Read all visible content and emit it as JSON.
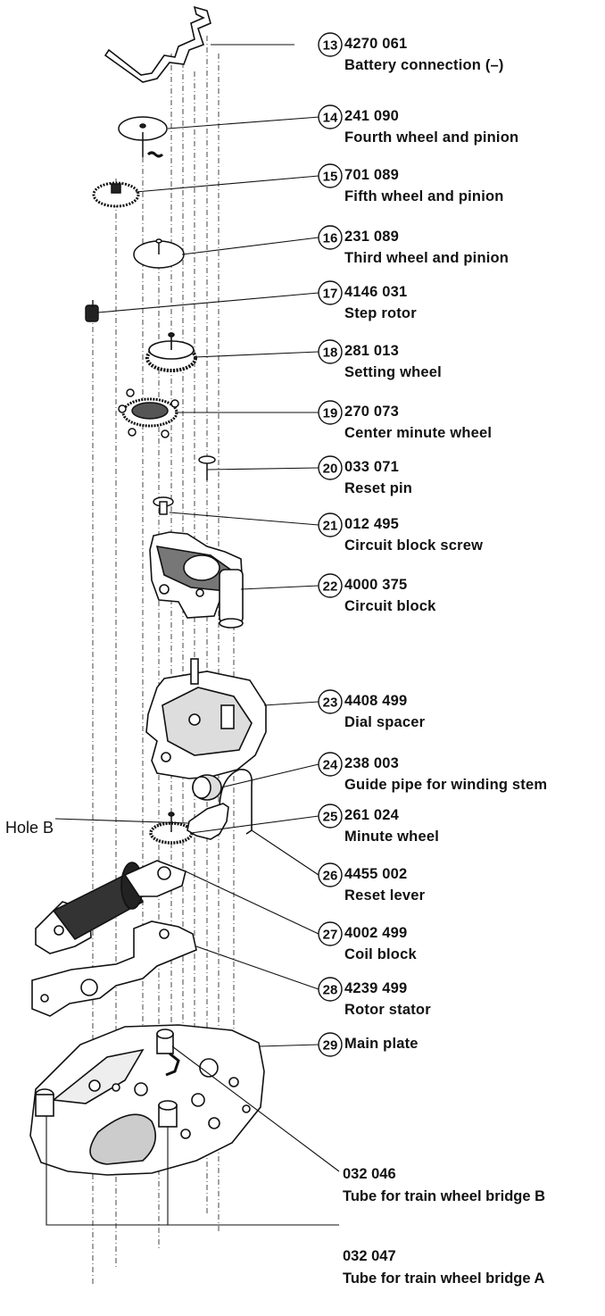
{
  "parts": [
    {
      "num": "13",
      "code": "4270 061",
      "name": "Battery connection (–)"
    },
    {
      "num": "14",
      "code": "241 090",
      "name": "Fourth wheel and pinion"
    },
    {
      "num": "15",
      "code": "701 089",
      "name": "Fifth wheel and pinion"
    },
    {
      "num": "16",
      "code": "231 089",
      "name": "Third wheel and pinion"
    },
    {
      "num": "17",
      "code": "4146 031",
      "name": "Step rotor"
    },
    {
      "num": "18",
      "code": "281 013",
      "name": "Setting wheel"
    },
    {
      "num": "19",
      "code": "270 073",
      "name": "Center minute wheel"
    },
    {
      "num": "20",
      "code": "033 071",
      "name": "Reset pin"
    },
    {
      "num": "21",
      "code": "012 495",
      "name": "Circuit block screw"
    },
    {
      "num": "22",
      "code": "4000 375",
      "name": "Circuit block"
    },
    {
      "num": "23",
      "code": "4408 499",
      "name": "Dial spacer"
    },
    {
      "num": "24",
      "code": "238 003",
      "name": "Guide pipe for winding stem"
    },
    {
      "num": "25",
      "code": "261 024",
      "name": "Minute wheel"
    },
    {
      "num": "26",
      "code": "4455 002",
      "name": "Reset lever"
    },
    {
      "num": "27",
      "code": "4002 499",
      "name": "Coil block"
    },
    {
      "num": "28",
      "code": "4239 499",
      "name": "Rotor stator"
    },
    {
      "num": "29",
      "code": "",
      "name": "Main plate"
    }
  ],
  "hole_label": "Hole B",
  "tubes": [
    {
      "code": "032 046",
      "name": "Tube for train wheel bridge B"
    },
    {
      "code": "032 047",
      "name": "Tube for train wheel bridge A"
    }
  ]
}
